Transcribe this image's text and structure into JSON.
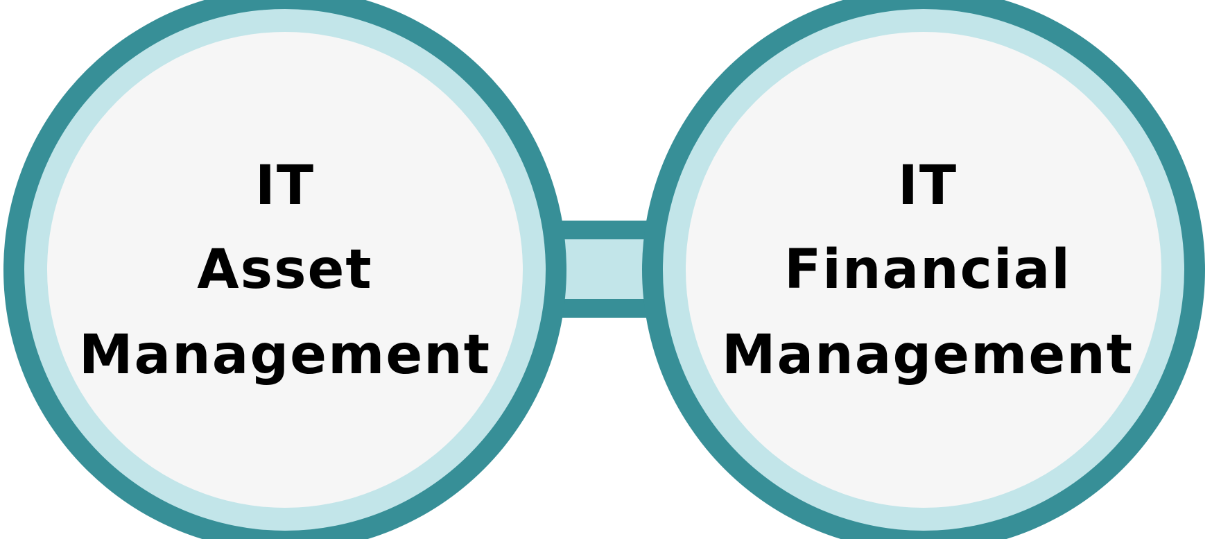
{
  "colors": {
    "outer_ring": "#378f97",
    "inner_ring": "#c2e5e9",
    "fill": "#f6f6f6",
    "text": "#000000",
    "background": "#ffffff"
  },
  "left_circle": {
    "line1": "IT",
    "line2": "Asset",
    "line3": "Management"
  },
  "right_circle": {
    "line1": "IT",
    "line2": "Financial",
    "line3": "Management"
  }
}
